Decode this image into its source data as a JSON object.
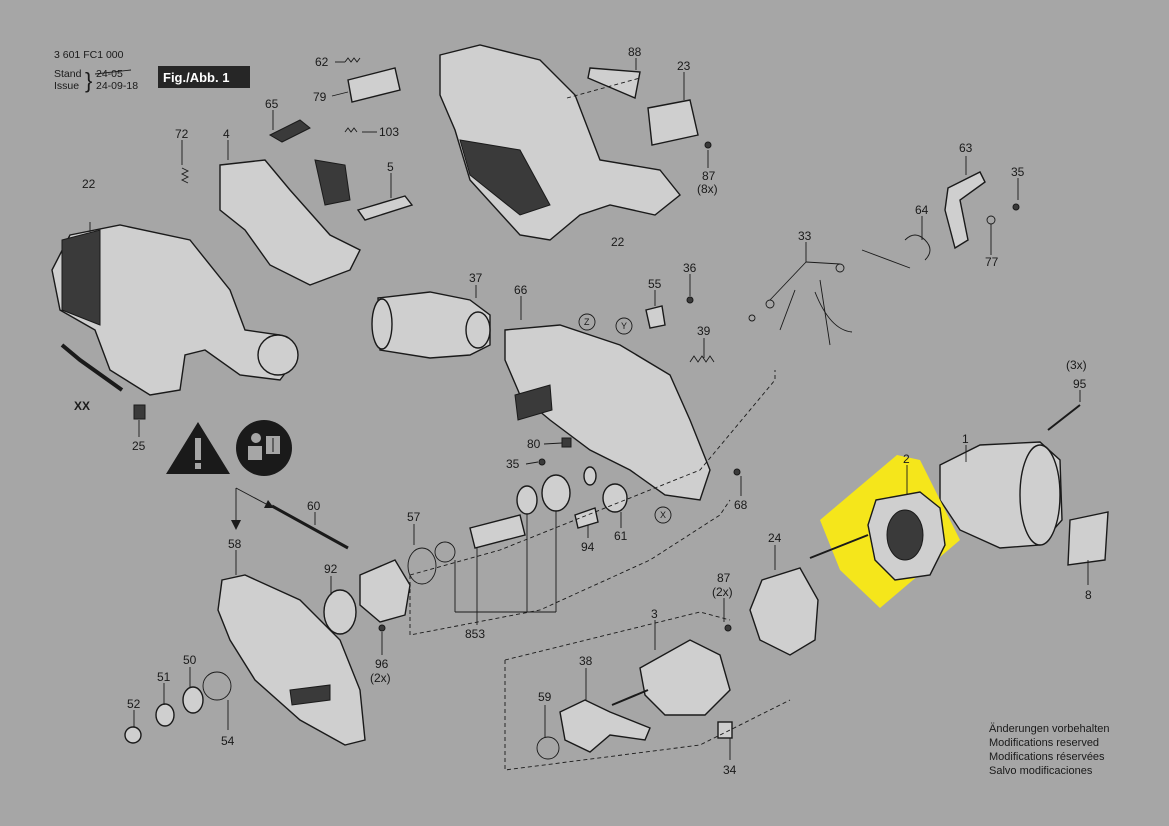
{
  "header": {
    "part_number": "3 601 FC1 000",
    "stand_label": "Stand",
    "stand_value": "24-05",
    "issue_label": "Issue",
    "issue_value": "24-09-18",
    "figure_label": "Fig./Abb. 1"
  },
  "highlight_color": "#f5e61b",
  "labels": {
    "p62": "62",
    "p79": "79",
    "p65": "65",
    "p103": "103",
    "p72": "72",
    "p4": "4",
    "p5": "5",
    "p88": "88",
    "p23": "23",
    "p87a": "87",
    "p8x": "(8x)",
    "p22a": "22",
    "p22b": "22",
    "p63": "63",
    "p35a": "35",
    "p64": "64",
    "p77": "77",
    "p33": "33",
    "p37": "37",
    "p66": "66",
    "p55": "55",
    "p36": "36",
    "p39": "39",
    "pZ": "Z",
    "pY": "Y",
    "pX": "X",
    "pXX": "XX",
    "p25": "25",
    "p3x": "(3x)",
    "p95": "95",
    "p80": "80",
    "p35b": "35",
    "p1": "1",
    "p2": "2",
    "p68": "68",
    "p60": "60",
    "p57": "57",
    "p94": "94",
    "p61": "61",
    "p24": "24",
    "p58": "58",
    "p92": "92",
    "p853": "853",
    "p96": "96",
    "p2xa": "(2x)",
    "p87b": "87",
    "p2xb": "(2x)",
    "p8": "8",
    "p3": "3",
    "p50": "50",
    "p51": "51",
    "p52": "52",
    "p54": "54",
    "p38": "38",
    "p59": "59",
    "p34": "34"
  },
  "notes": [
    "Änderungen vorbehalten",
    "Modifications reserved",
    "Modifications réservées",
    "Salvo modificaciones"
  ],
  "icons": [
    "warning-triangle-icon",
    "read-manual-icon"
  ]
}
